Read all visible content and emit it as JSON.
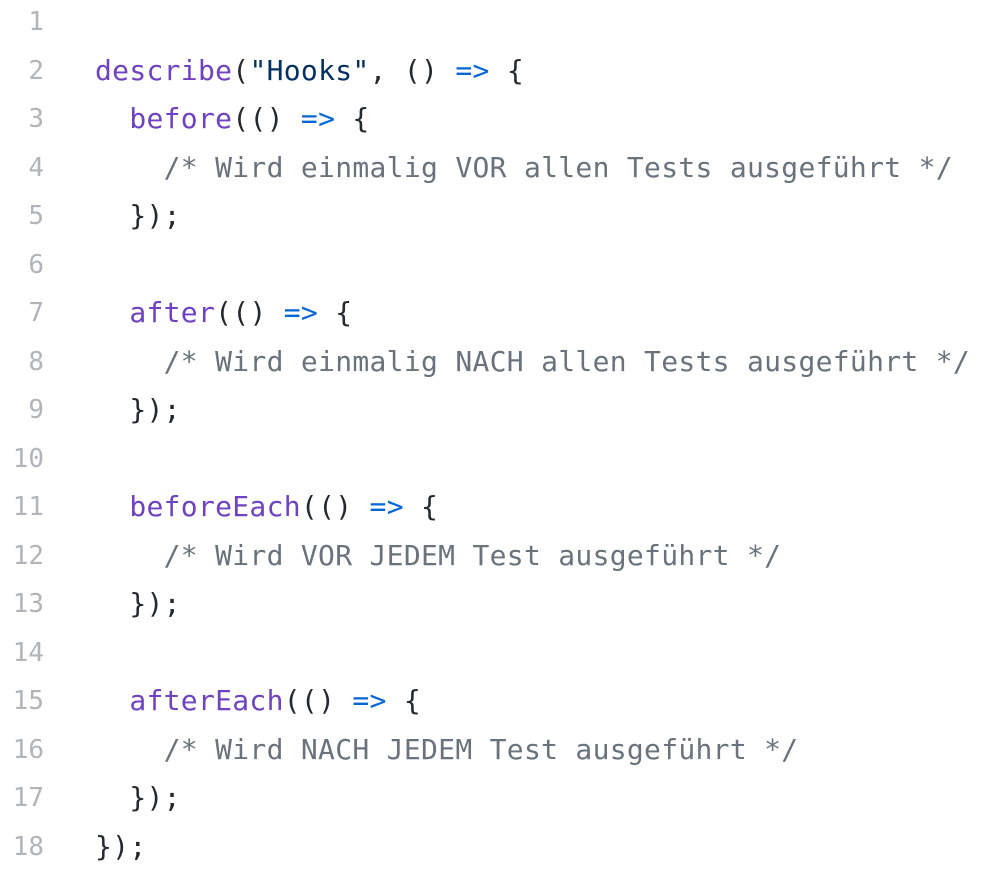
{
  "colors": {
    "background": "#ffffff",
    "line_number": "#b1b5ba",
    "function_name": "#6f42c1",
    "operator": "#0366d6",
    "string": "#032f62",
    "comment": "#6a737d",
    "punctuation": "#24292e"
  },
  "lines": [
    {
      "number": "1",
      "tokens": []
    },
    {
      "number": "2",
      "tokens": [
        {
          "t": "fn",
          "v": "describe"
        },
        {
          "t": "punc",
          "v": "("
        },
        {
          "t": "str",
          "v": "\"Hooks\""
        },
        {
          "t": "punc",
          "v": ", () "
        },
        {
          "t": "op",
          "v": "=>"
        },
        {
          "t": "punc",
          "v": " {"
        }
      ]
    },
    {
      "number": "3",
      "tokens": [
        {
          "t": "punc",
          "v": "  "
        },
        {
          "t": "fn",
          "v": "before"
        },
        {
          "t": "punc",
          "v": "(() "
        },
        {
          "t": "op",
          "v": "=>"
        },
        {
          "t": "punc",
          "v": " {"
        }
      ]
    },
    {
      "number": "4",
      "tokens": [
        {
          "t": "punc",
          "v": "    "
        },
        {
          "t": "cmt",
          "v": "/* Wird einmalig VOR allen Tests ausgeführt */"
        }
      ]
    },
    {
      "number": "5",
      "tokens": [
        {
          "t": "punc",
          "v": "  });"
        }
      ]
    },
    {
      "number": "6",
      "tokens": []
    },
    {
      "number": "7",
      "tokens": [
        {
          "t": "punc",
          "v": "  "
        },
        {
          "t": "fn",
          "v": "after"
        },
        {
          "t": "punc",
          "v": "(() "
        },
        {
          "t": "op",
          "v": "=>"
        },
        {
          "t": "punc",
          "v": " {"
        }
      ]
    },
    {
      "number": "8",
      "tokens": [
        {
          "t": "punc",
          "v": "    "
        },
        {
          "t": "cmt",
          "v": "/* Wird einmalig NACH allen Tests ausgeführt */"
        }
      ]
    },
    {
      "number": "9",
      "tokens": [
        {
          "t": "punc",
          "v": "  });"
        }
      ]
    },
    {
      "number": "10",
      "tokens": []
    },
    {
      "number": "11",
      "tokens": [
        {
          "t": "punc",
          "v": "  "
        },
        {
          "t": "fn",
          "v": "beforeEach"
        },
        {
          "t": "punc",
          "v": "(() "
        },
        {
          "t": "op",
          "v": "=>"
        },
        {
          "t": "punc",
          "v": " {"
        }
      ]
    },
    {
      "number": "12",
      "tokens": [
        {
          "t": "punc",
          "v": "    "
        },
        {
          "t": "cmt",
          "v": "/* Wird VOR JEDEM Test ausgeführt */"
        }
      ]
    },
    {
      "number": "13",
      "tokens": [
        {
          "t": "punc",
          "v": "  });"
        }
      ]
    },
    {
      "number": "14",
      "tokens": []
    },
    {
      "number": "15",
      "tokens": [
        {
          "t": "punc",
          "v": "  "
        },
        {
          "t": "fn",
          "v": "afterEach"
        },
        {
          "t": "punc",
          "v": "(() "
        },
        {
          "t": "op",
          "v": "=>"
        },
        {
          "t": "punc",
          "v": " {"
        }
      ]
    },
    {
      "number": "16",
      "tokens": [
        {
          "t": "punc",
          "v": "    "
        },
        {
          "t": "cmt",
          "v": "/* Wird NACH JEDEM Test ausgeführt */"
        }
      ]
    },
    {
      "number": "17",
      "tokens": [
        {
          "t": "punc",
          "v": "  });"
        }
      ]
    },
    {
      "number": "18",
      "tokens": [
        {
          "t": "punc",
          "v": "});"
        }
      ]
    }
  ]
}
